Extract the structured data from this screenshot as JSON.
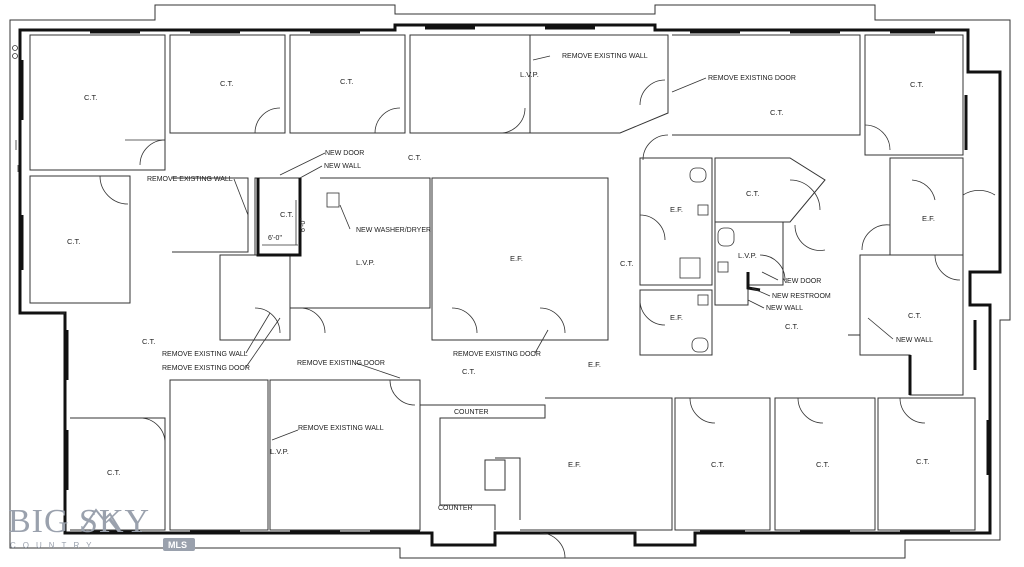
{
  "rooms": [
    {
      "id": "r1",
      "label": "C.T."
    },
    {
      "id": "r2",
      "label": "C.T."
    },
    {
      "id": "r3",
      "label": "C.T."
    },
    {
      "id": "r4",
      "label": "L.V.P."
    },
    {
      "id": "r5",
      "label": "C.T."
    },
    {
      "id": "r6",
      "label": "C.T."
    },
    {
      "id": "r7",
      "label": "C.T."
    },
    {
      "id": "r8",
      "label": "C.T."
    },
    {
      "id": "r9",
      "label": "C.T."
    },
    {
      "id": "r10",
      "label": "L.V.P."
    },
    {
      "id": "r11",
      "label": "E.F."
    },
    {
      "id": "r12",
      "label": "C.T."
    },
    {
      "id": "r13",
      "label": "E.F."
    },
    {
      "id": "r14",
      "label": "C.T."
    },
    {
      "id": "r15",
      "label": "L.V.P."
    },
    {
      "id": "r16",
      "label": "E.F."
    },
    {
      "id": "r17",
      "label": "E.F."
    },
    {
      "id": "r18",
      "label": "C.T."
    },
    {
      "id": "r19",
      "label": "C.T."
    },
    {
      "id": "r20",
      "label": "C.T."
    },
    {
      "id": "r21",
      "label": "E.F."
    },
    {
      "id": "r22",
      "label": "C.T."
    },
    {
      "id": "r23",
      "label": "L.V.P."
    },
    {
      "id": "r24",
      "label": "E.F."
    },
    {
      "id": "r25",
      "label": "C.T."
    },
    {
      "id": "r26",
      "label": "C.T."
    },
    {
      "id": "r27",
      "label": "C.T."
    },
    {
      "id": "r28",
      "label": "C.T."
    }
  ],
  "notes": [
    {
      "id": "n1",
      "text": "REMOVE EXISTING WALL"
    },
    {
      "id": "n2",
      "text": "REMOVE EXISTING DOOR"
    },
    {
      "id": "n3",
      "text": "NEW DOOR"
    },
    {
      "id": "n4",
      "text": "NEW WALL"
    },
    {
      "id": "n5",
      "text": "REMOVE EXISTING WALL"
    },
    {
      "id": "n6",
      "text": "NEW WASHER/DRYER"
    },
    {
      "id": "n7",
      "text": "NEW DOOR"
    },
    {
      "id": "n8",
      "text": "NEW RESTROOM"
    },
    {
      "id": "n9",
      "text": "NEW WALL"
    },
    {
      "id": "n10",
      "text": "NEW WALL"
    },
    {
      "id": "n11",
      "text": "REMOVE EXISTING WALL"
    },
    {
      "id": "n12",
      "text": "REMOVE EXISTING DOOR"
    },
    {
      "id": "n13",
      "text": "REMOVE EXISTING DOOR"
    },
    {
      "id": "n14",
      "text": "REMOVE EXISTING DOOR"
    },
    {
      "id": "n15",
      "text": "REMOVE EXISTING WALL"
    },
    {
      "id": "n16",
      "text": "COUNTER"
    },
    {
      "id": "n17",
      "text": "COUNTER"
    }
  ],
  "dimensions": {
    "width": "6'-0\"",
    "height": "6'-0\""
  },
  "logo": {
    "main": "BIG SKY",
    "sub": "COUNTRY",
    "badge": "MLS"
  }
}
